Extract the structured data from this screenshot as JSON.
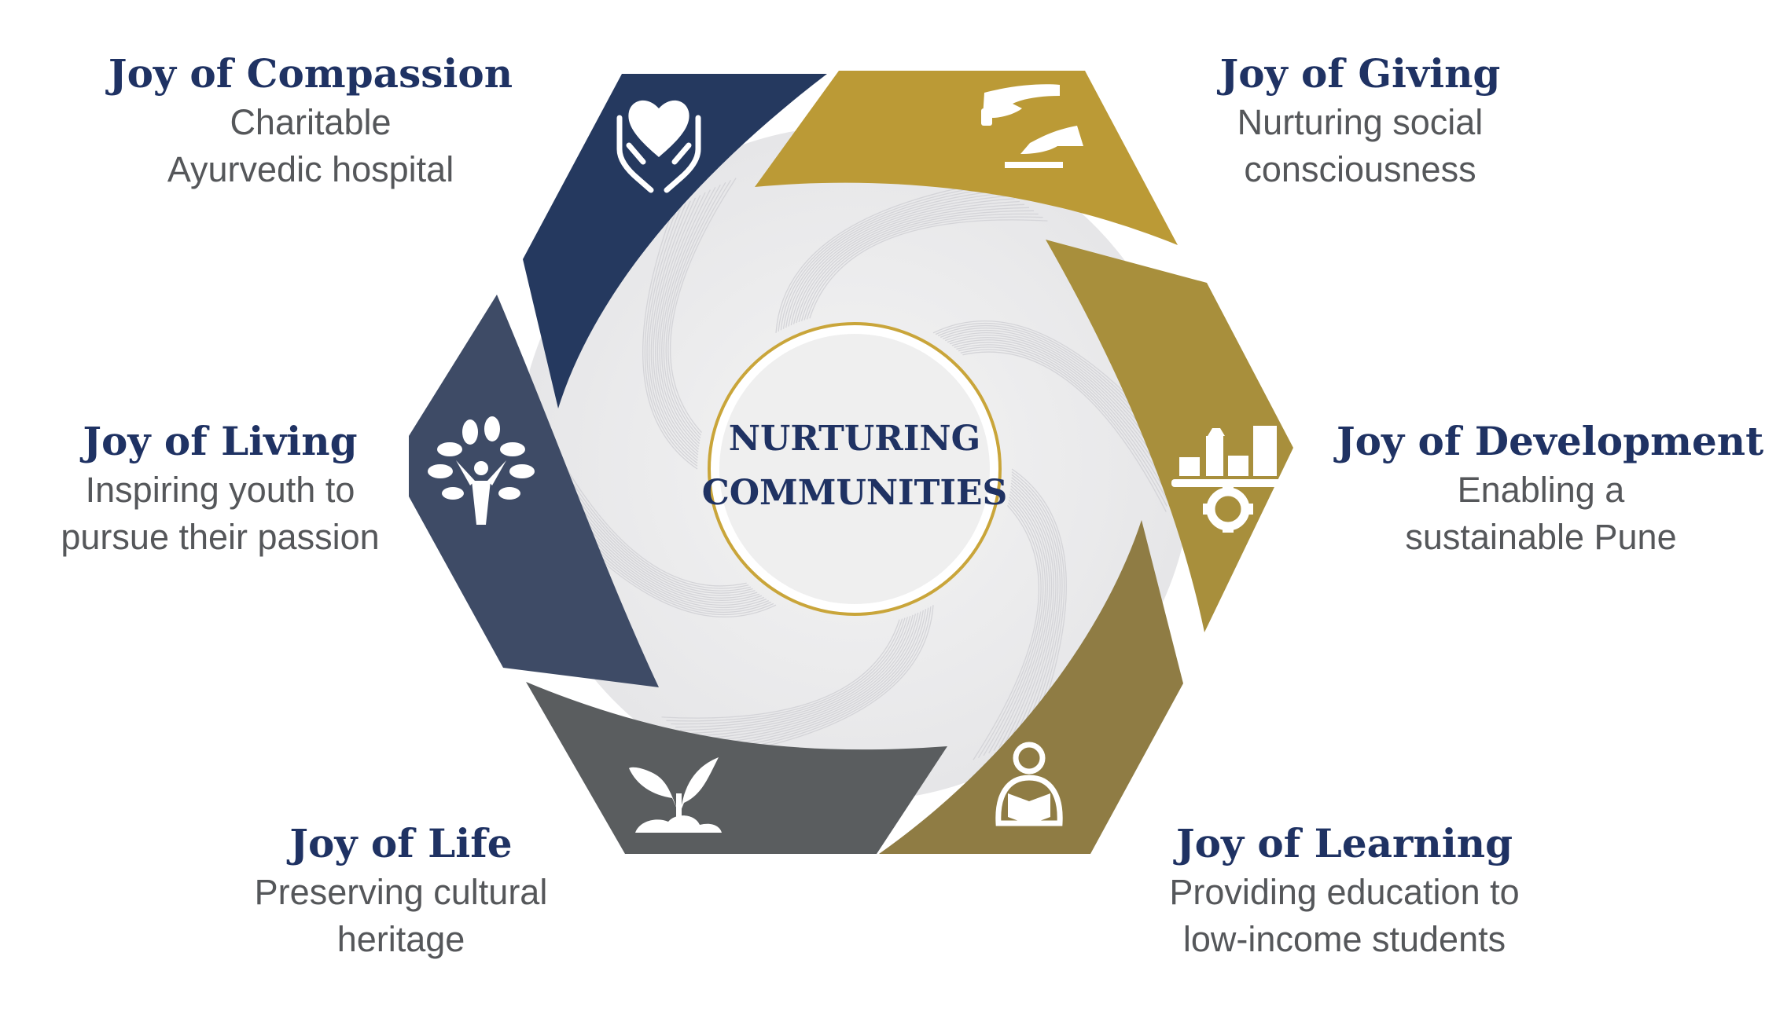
{
  "center": {
    "line1": "NURTURING",
    "line2": "COMMUNITIES"
  },
  "segments": [
    {
      "id": "compassion",
      "title": "Joy of Compassion",
      "desc1": "Charitable",
      "desc2": "Ayurvedic hospital",
      "color": "#25395f",
      "icon": "heart-hands-icon"
    },
    {
      "id": "giving",
      "title": "Joy of Giving",
      "desc1": "Nurturing social",
      "desc2": "consciousness",
      "color": "#bb9a36",
      "icon": "giving-hands-icon"
    },
    {
      "id": "development",
      "title": "Joy of Development",
      "desc1": "Enabling a",
      "desc2": "sustainable Pune",
      "color": "#a88f3c",
      "icon": "city-gear-icon"
    },
    {
      "id": "learning",
      "title": "Joy of Learning",
      "desc1": "Providing education to",
      "desc2": "low-income students",
      "color": "#8f7c44",
      "icon": "reader-icon"
    },
    {
      "id": "life",
      "title": "Joy of Life",
      "desc1": "Preserving cultural",
      "desc2": "heritage",
      "color": "#5a5d5f",
      "icon": "sprout-icon"
    },
    {
      "id": "living",
      "title": "Joy of Living",
      "desc1": "Inspiring youth to",
      "desc2": "pursue their passion",
      "color": "#3e4b66",
      "icon": "tree-person-icon"
    }
  ],
  "colors": {
    "title": "#1f3263",
    "desc": "#55575a",
    "ring": "#c9a53a",
    "center_fill": "#efefef"
  }
}
